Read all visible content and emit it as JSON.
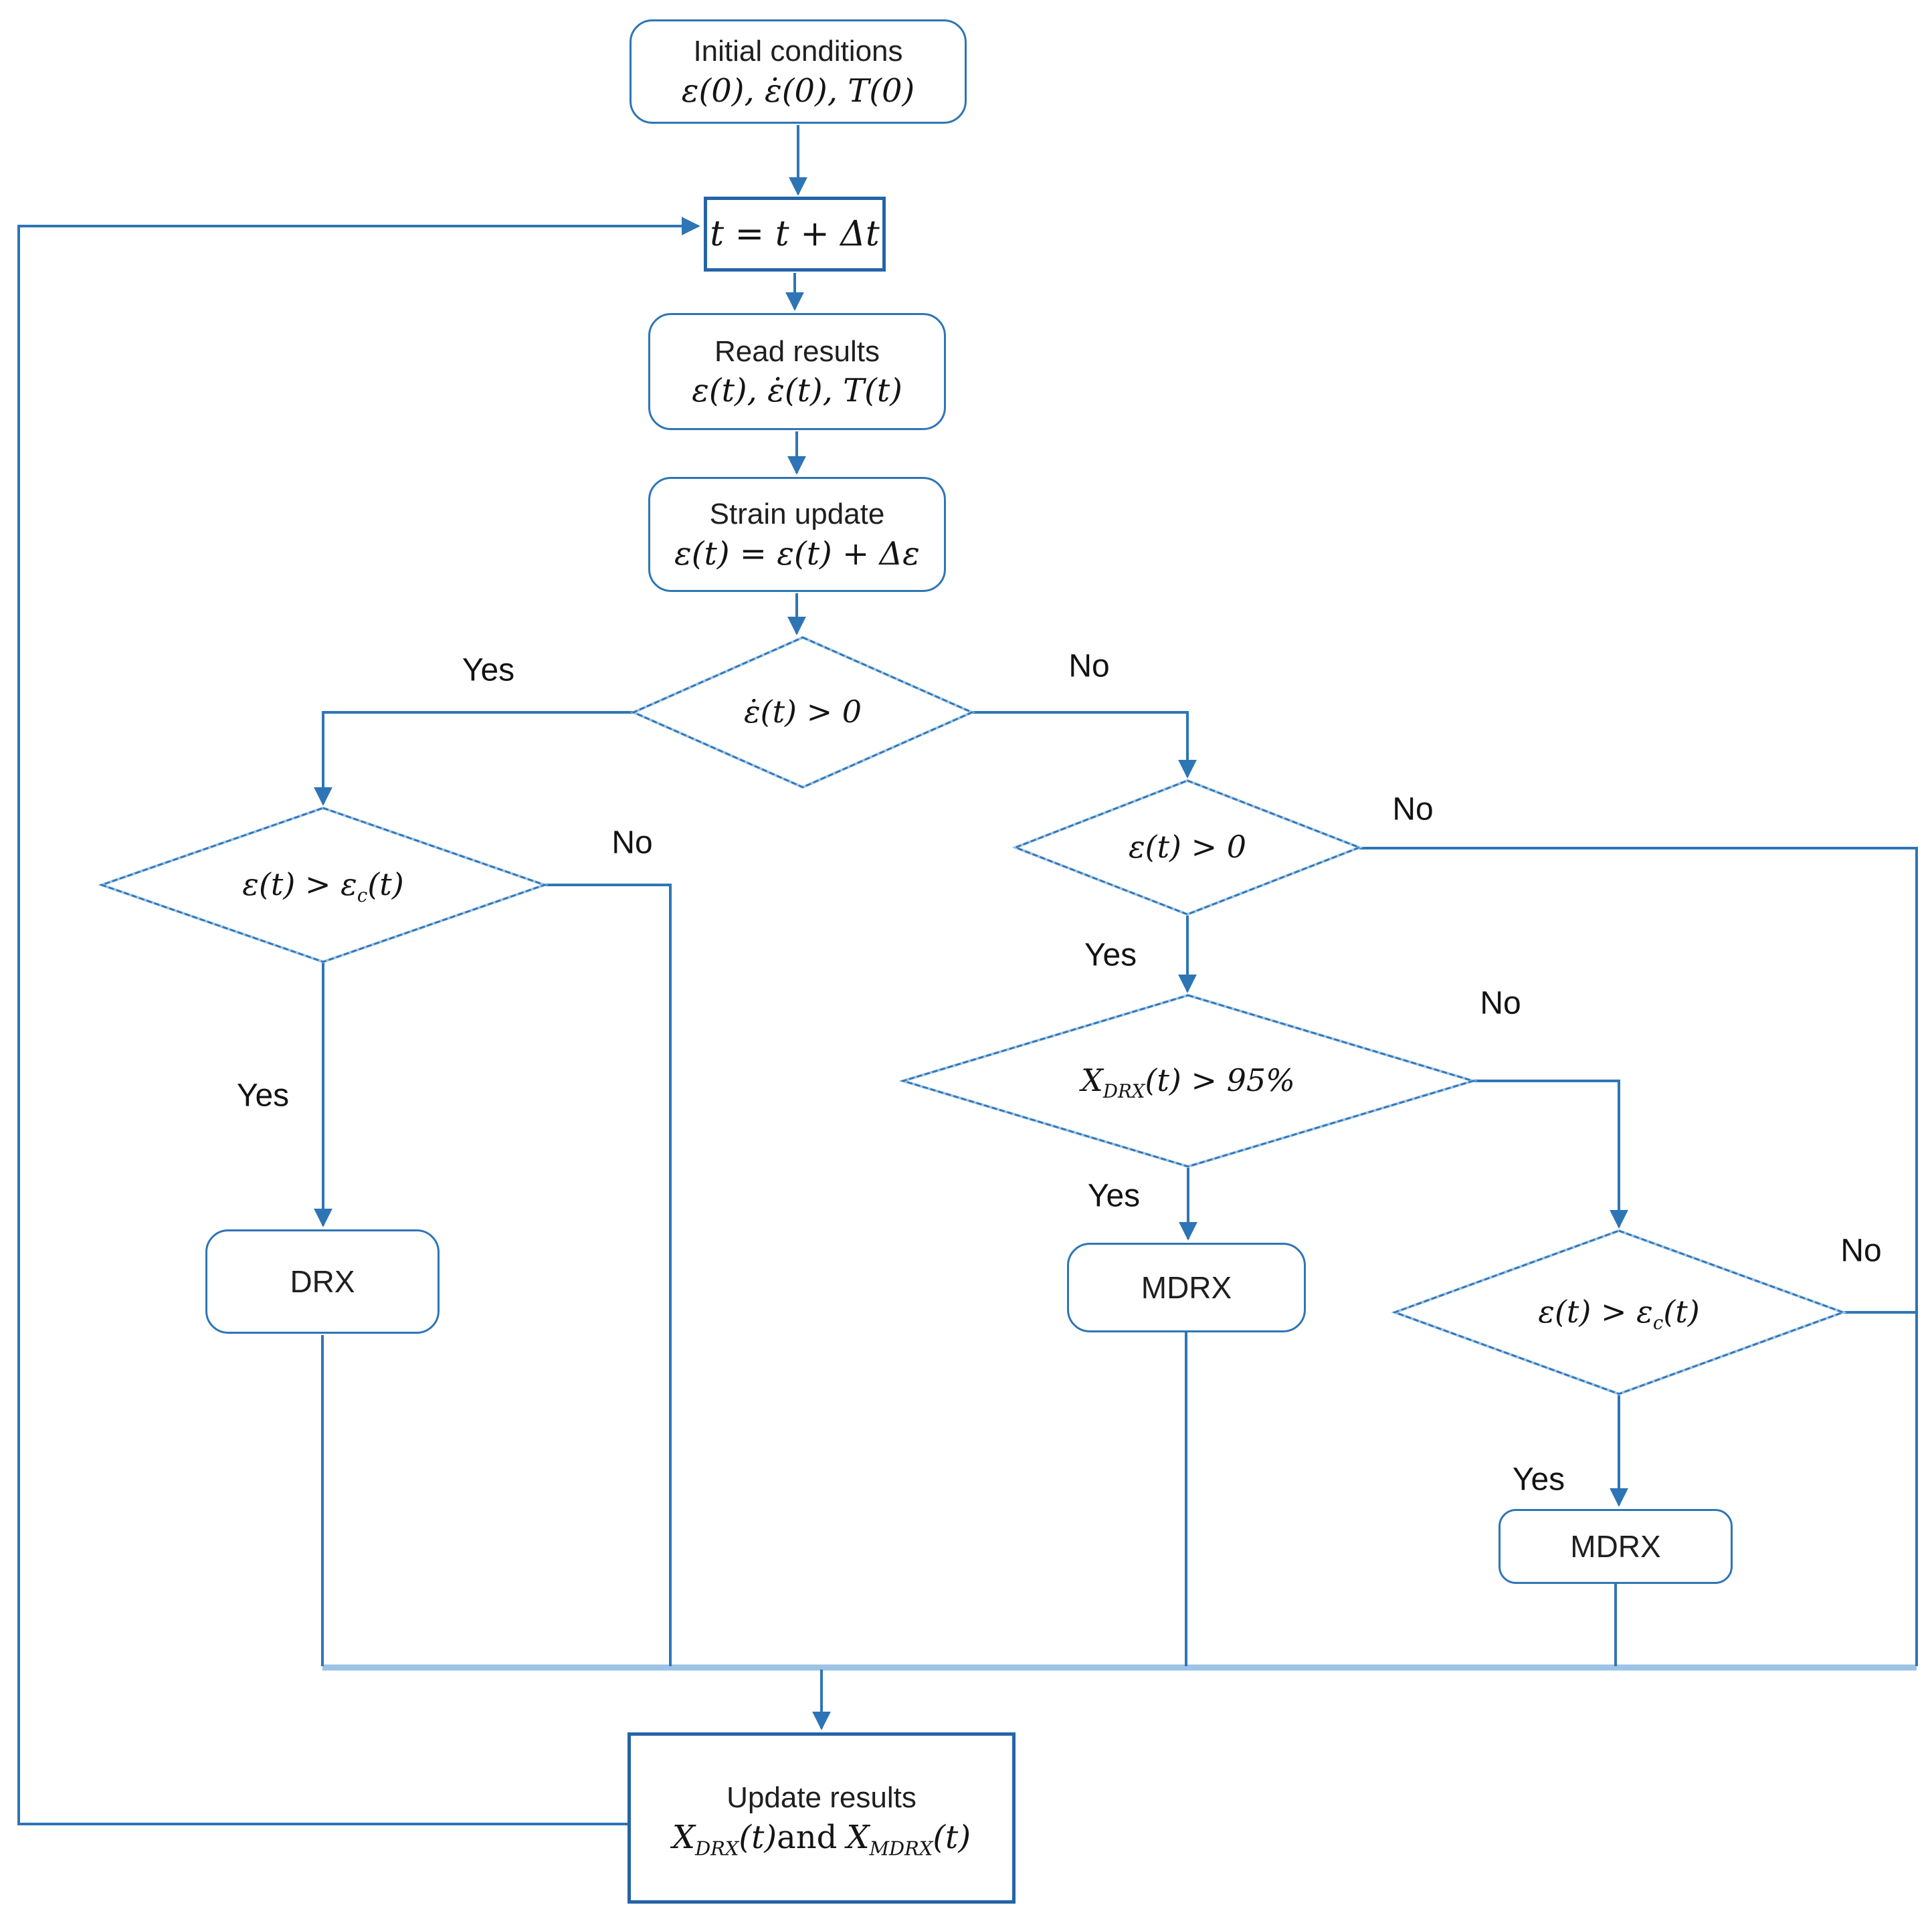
{
  "meta": {
    "type": "flowchart",
    "accent_color": "#2E75B6",
    "accent_light": "#9DC3E6",
    "background": "#ffffff"
  },
  "labels": {
    "yes": "Yes",
    "no": "No"
  },
  "nodes": {
    "initial": {
      "title": "Initial conditions",
      "formula": "ε(0), ε̇(0), T(0)"
    },
    "time_step": {
      "formula": "t = t + Δt"
    },
    "read_results": {
      "title": "Read results",
      "formula": "ε(t), ε̇(t), T(t)"
    },
    "strain_update": {
      "title": "Strain update",
      "formula": "ε(t) = ε(t) + Δε"
    },
    "strain_rate_decision": {
      "formula": "ε̇(t) > 0"
    },
    "critical_strain_left": {
      "pre": "ε(t) > ε",
      "sub": "c",
      "post": "(t)"
    },
    "strain_positive_decision": {
      "formula": "ε(t) > 0"
    },
    "xdrx_decision": {
      "base": "X",
      "sub": "DRX",
      "post": "(t) > 95%"
    },
    "critical_strain_right": {
      "pre": "ε(t) > ε",
      "sub": "c",
      "post": "(t)"
    },
    "drx": {
      "label": "DRX"
    },
    "mdrx_upper": {
      "label": "MDRX"
    },
    "mdrx_lower": {
      "label": "MDRX"
    },
    "update_results": {
      "title": "Update results",
      "f1_base": "X",
      "f1_sub": "DRX",
      "f1_post": "(t)",
      "conjunction": "and",
      "f2_base": "X",
      "f2_sub": "MDRX",
      "f2_post": "(t)"
    }
  }
}
